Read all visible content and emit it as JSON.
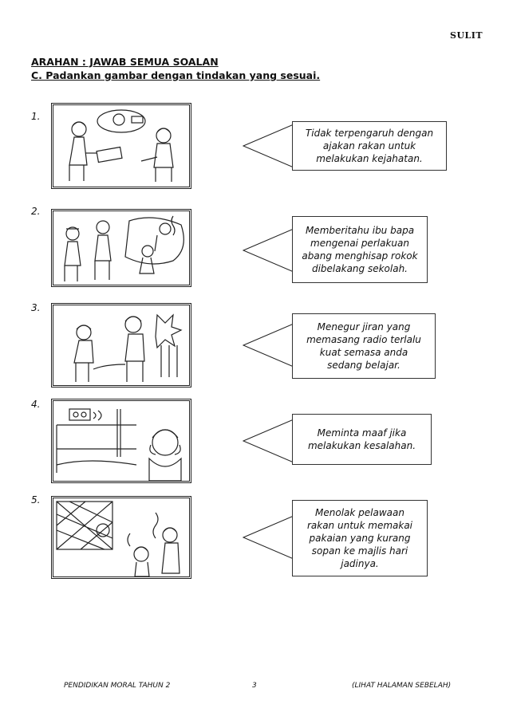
{
  "header": {
    "sulit": "SULIT"
  },
  "instructions": {
    "line1": "ARAHAN : JAWAB SEMUA SOALAN",
    "line2": "C. Padankan gambar dengan tindakan yang sesuai."
  },
  "questions": [
    {
      "number": "1."
    },
    {
      "number": "2."
    },
    {
      "number": "3."
    },
    {
      "number": "4."
    },
    {
      "number": "5."
    }
  ],
  "answers": [
    {
      "text": "Tidak terpengaruh dengan ajakan rakan untuk melakukan kejahatan."
    },
    {
      "text": "Memberitahu ibu bapa mengenai perlakuan abang menghisap rokok dibelakang sekolah."
    },
    {
      "text": "Menegur jiran yang memasang radio terlalu kuat semasa anda sedang belajar."
    },
    {
      "text": "Meminta maaf jika melakukan kesalahan."
    },
    {
      "text": "Menolak pelawaan rakan untuk memakai pakaian yang kurang sopan ke majlis hari jadinya."
    }
  ],
  "footer": {
    "subject": "PENDIDIKAN MORAL TAHUN 2",
    "page": "3",
    "next": "(LIHAT HALAMAN SEBELAH)"
  }
}
